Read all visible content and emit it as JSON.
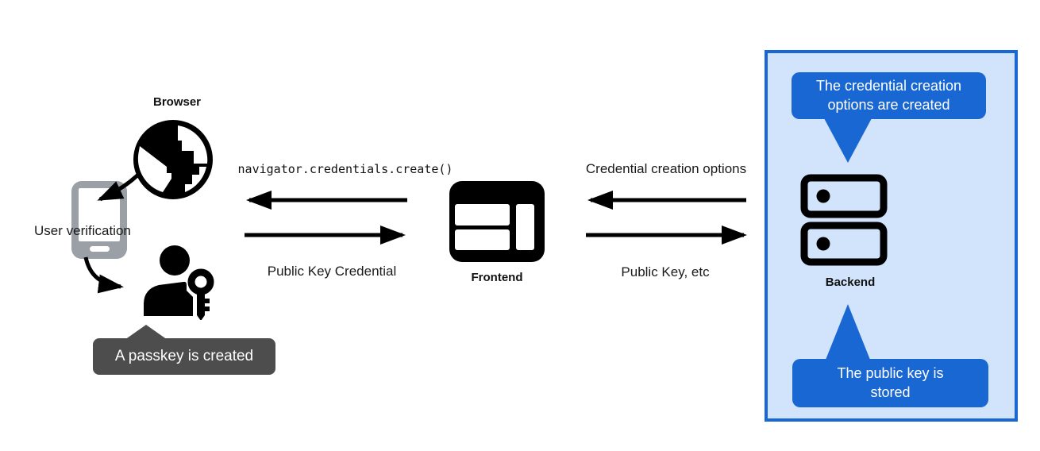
{
  "left": {
    "browser_label": "Browser",
    "user_verification_label": "User verification",
    "passkey_tooltip": "A passkey is created"
  },
  "center": {
    "create_call_label": "navigator.credentials.create()",
    "public_key_credential_label": "Public Key Credential",
    "frontend_label": "Frontend"
  },
  "right": {
    "credential_creation_options_label": "Credential creation options",
    "public_key_etc_label": "Public Key, etc",
    "backend_label": "Backend",
    "tooltip_options_created": "The credential creation options are created",
    "tooltip_public_key_stored": "The public key is stored"
  },
  "icons": {
    "globe": "globe-icon",
    "phone": "phone-icon",
    "person_key": "person-key-icon",
    "frontend_window": "browser-window-icon",
    "backend_server": "server-icon"
  },
  "colors": {
    "blue": "#1967d2",
    "light_blue": "#d2e3fc",
    "dark_tooltip_gray": "#4d4d4d",
    "phone_gray": "#9aa0a6",
    "black": "#000000"
  }
}
